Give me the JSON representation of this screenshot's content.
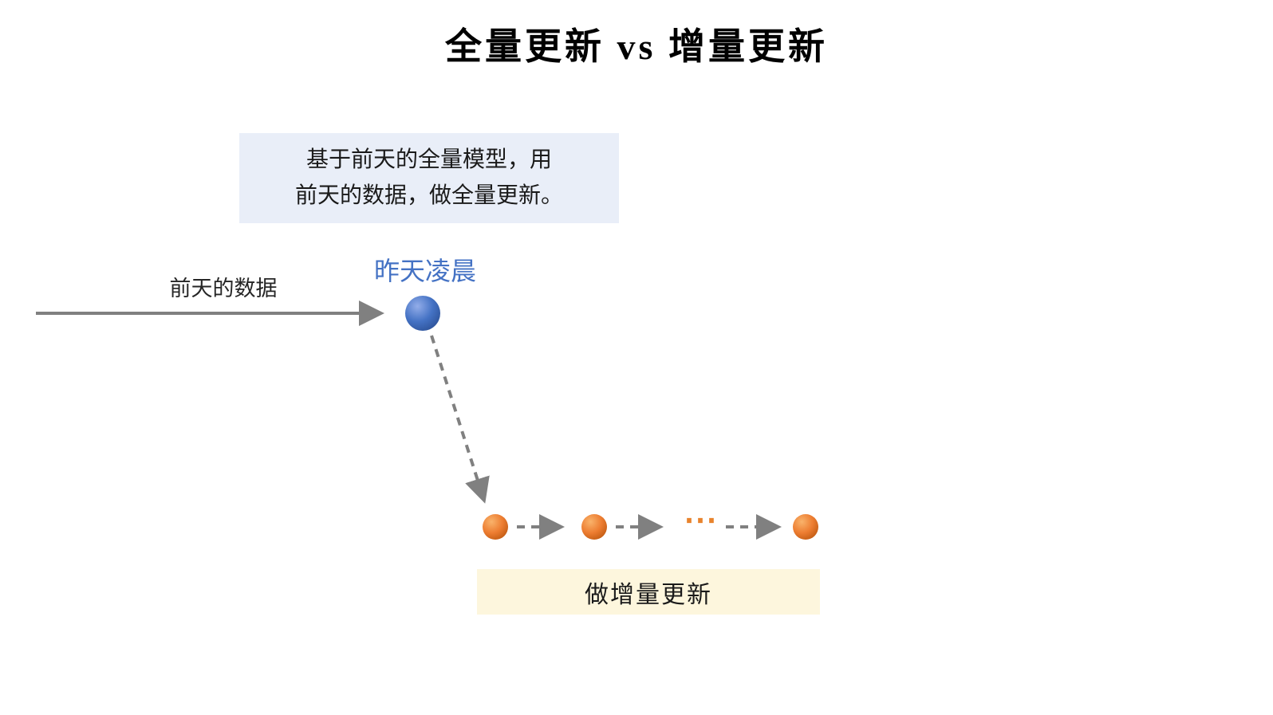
{
  "title": "全量更新 vs 增量更新",
  "note": {
    "line1": "基于前天的全量模型，用",
    "line2": "前天的数据，做全量更新。"
  },
  "labels": {
    "data_arrow": "前天的数据",
    "yesterday": "昨天凌晨",
    "ellipsis": "⋯",
    "incremental": "做增量更新"
  },
  "nodes": {
    "blue_node_count": 1,
    "orange_node_count": 3
  },
  "colors": {
    "title_text": "#000000",
    "note_bg": "#e9eef8",
    "incremental_bg": "#fdf6dd",
    "arrow_gray": "#808080",
    "blue_node": "#4472c4",
    "orange_node": "#ed7d31",
    "yesterday_text": "#4472c4"
  }
}
